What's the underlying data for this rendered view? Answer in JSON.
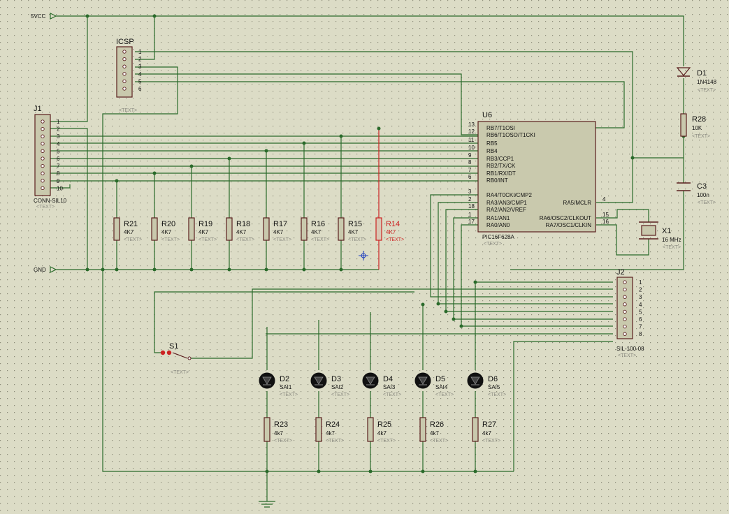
{
  "rails": {
    "vcc": "5VCC",
    "gnd": "GND"
  },
  "placeholder": "<TEXT>",
  "icsp": {
    "name": "ICSP",
    "pins": [
      "1",
      "2",
      "3",
      "4",
      "5",
      "6"
    ]
  },
  "j1": {
    "name": "J1",
    "part": "CONN-SIL10",
    "pins": [
      "1",
      "2",
      "3",
      "4",
      "5",
      "6",
      "7",
      "8",
      "9",
      "10"
    ]
  },
  "j2": {
    "name": "J2",
    "part": "SIL-100-08",
    "pins": [
      "1",
      "2",
      "3",
      "4",
      "5",
      "6",
      "7",
      "8"
    ]
  },
  "u6": {
    "name": "U6",
    "part": "PIC16F628A",
    "left_pins": [
      {
        "num": "13",
        "label": "RB7/T1OSI"
      },
      {
        "num": "12",
        "label": "RB6/T1OSO/T1CKI"
      },
      {
        "num": "11",
        "label": "RB5"
      },
      {
        "num": "10",
        "label": "RB4"
      },
      {
        "num": "9",
        "label": "RB3/CCP1"
      },
      {
        "num": "8",
        "label": "RB2/TX/CK"
      },
      {
        "num": "7",
        "label": "RB1/RX/DT"
      },
      {
        "num": "6",
        "label": "RB0/INT"
      },
      {
        "num": "3",
        "label": "RA4/T0CKI/CMP2"
      },
      {
        "num": "2",
        "label": "RA3/AN3/CMP1"
      },
      {
        "num": "18",
        "label": "RA2/AN2/VREF"
      },
      {
        "num": "1",
        "label": "RA1/AN1"
      },
      {
        "num": "17",
        "label": "RA0/AN0"
      }
    ],
    "right_pins": [
      {
        "num": "4",
        "label": "RA5/MCLR"
      },
      {
        "num": "15",
        "label": "RA6/OSC2/CLKOUT"
      },
      {
        "num": "16",
        "label": "RA7/OSC1/CLKIN"
      }
    ]
  },
  "pullups": [
    {
      "name": "R21",
      "value": "4K7"
    },
    {
      "name": "R20",
      "value": "4K7"
    },
    {
      "name": "R19",
      "value": "4K7"
    },
    {
      "name": "R18",
      "value": "4K7"
    },
    {
      "name": "R17",
      "value": "4K7"
    },
    {
      "name": "R16",
      "value": "4K7"
    },
    {
      "name": "R15",
      "value": "4K7"
    },
    {
      "name": "R14",
      "value": "4K7"
    }
  ],
  "d1": {
    "name": "D1",
    "value": "1N4148"
  },
  "r28": {
    "name": "R28",
    "value": "10K"
  },
  "c3": {
    "name": "C3",
    "value": "100n"
  },
  "x1": {
    "name": "X1",
    "value": "16 MHz"
  },
  "s1": {
    "name": "S1"
  },
  "leds": [
    {
      "name": "D2",
      "value": "SAI1"
    },
    {
      "name": "D3",
      "value": "SAI2"
    },
    {
      "name": "D4",
      "value": "SAI3"
    },
    {
      "name": "D5",
      "value": "SAI4"
    },
    {
      "name": "D6",
      "value": "SAI5"
    }
  ],
  "led_res": [
    {
      "name": "R23",
      "value": "4k7"
    },
    {
      "name": "R24",
      "value": "4k7"
    },
    {
      "name": "R25",
      "value": "4k7"
    },
    {
      "name": "R26",
      "value": "4k7"
    },
    {
      "name": "R27",
      "value": "4k7"
    }
  ],
  "colors": {
    "background": "#dcdcc6",
    "wire": "#2a6a2a",
    "body": "#5a1e1e",
    "selected": "#cc2222"
  }
}
